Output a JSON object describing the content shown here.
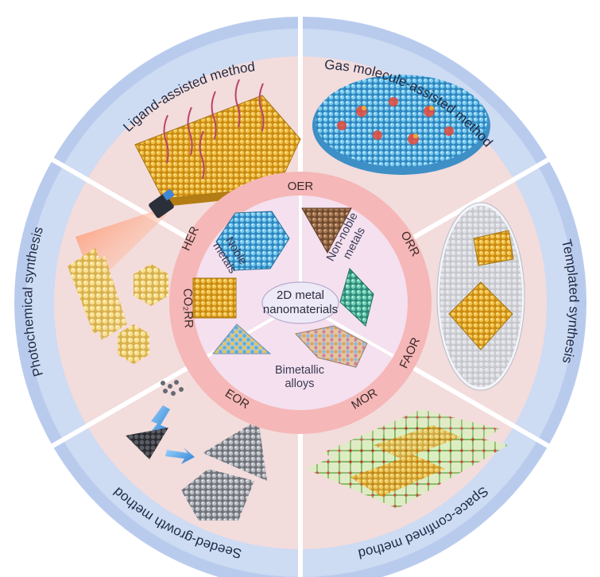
{
  "center": {
    "line1": "2D metal",
    "line2": "nanomaterials"
  },
  "categories": {
    "noble": [
      "Noble",
      "metals"
    ],
    "non_noble": [
      "Non-noble",
      "metals"
    ],
    "bimetallic": [
      "Bimetallic",
      "alloys"
    ]
  },
  "reactions": [
    "OER",
    "ORR",
    "FAOR",
    "MOR",
    "EOR",
    "CO₂RR",
    "HER"
  ],
  "methods": [
    "Ligand-assisted method",
    "Gas molecule-assisted method",
    "Templated synthesis",
    "Space-confined method",
    "Seeded-growth method",
    "Photochemical synthesis"
  ],
  "colors": {
    "outer_ring": "#a9bfe6",
    "outer_ring_light": "#c9d8f2",
    "sector_fill": "#f4dede",
    "reaction_ring": "#f4b8b8",
    "inner_disc": "#f3dff0",
    "gold": "#e2a321",
    "blue_atoms": "#5aaee0"
  }
}
